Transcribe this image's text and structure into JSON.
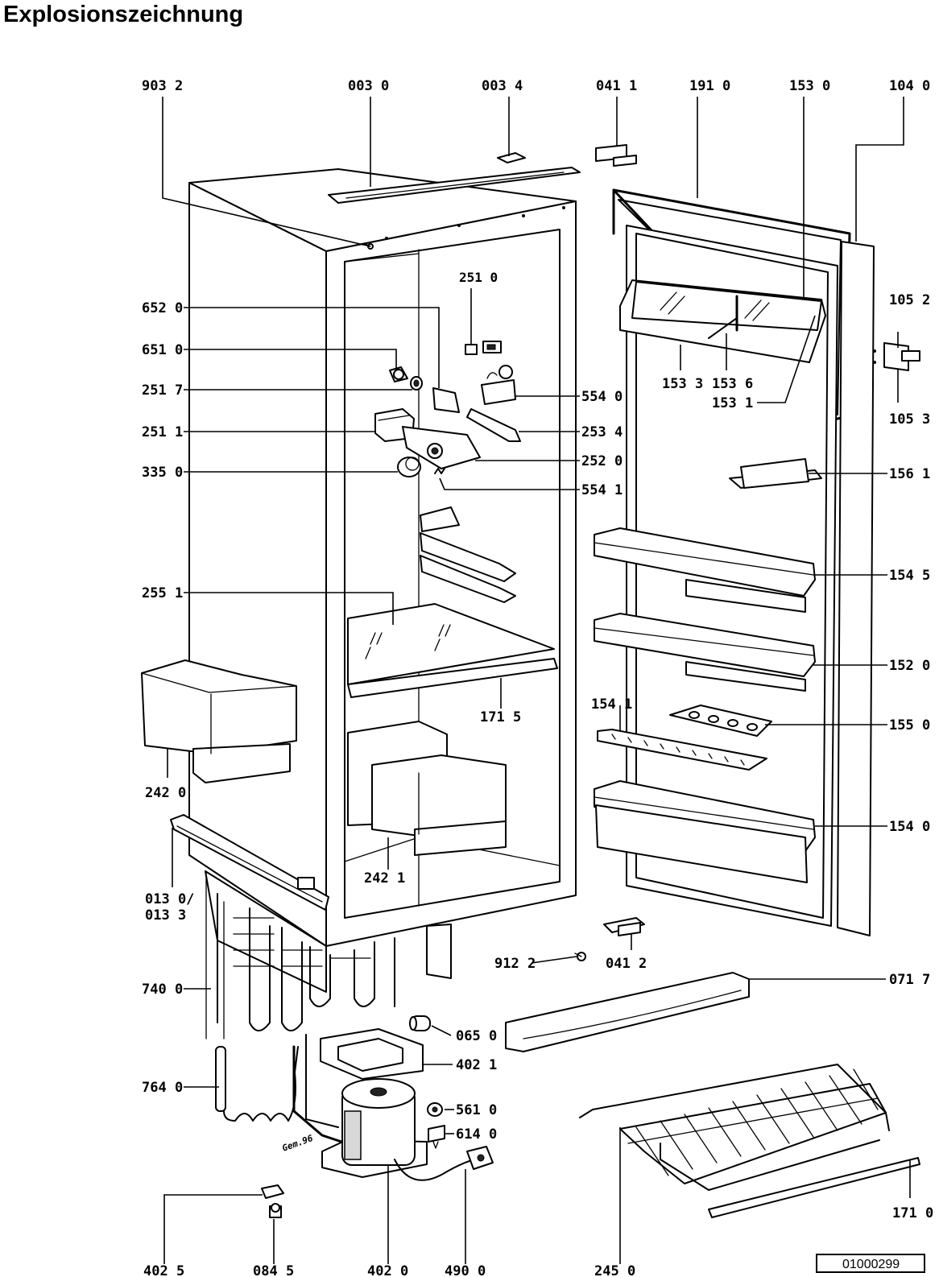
{
  "title": "Explosionszeichnung",
  "reference_code": "01000299",
  "stamp_text": "Gem.96",
  "part_labels": {
    "p9032": "903 2",
    "p0030": "003 0",
    "p0034": "003 4",
    "p0411": "041 1",
    "p1910": "191 0",
    "p1530": "153 0",
    "p1040": "104 0",
    "p2510": "251 0",
    "p6520": "652 0",
    "p6510": "651 0",
    "p2517": "251 7",
    "p2511": "251 1",
    "p3350": "335 0",
    "p5540": "554 0",
    "p2534": "253 4",
    "p2520": "252 0",
    "p5541": "554 1",
    "p1533": "153 3",
    "p1536": "153 6",
    "p1531": "153 1",
    "p1052": "105 2",
    "p1053": "105 3",
    "p1561": "156 1",
    "p1545": "154 5",
    "p1520": "152 0",
    "p2551": "255 1",
    "p1715": "171 5",
    "p1541": "154 1",
    "p1550": "155 0",
    "p2420": "242 0",
    "p2421": "242 1",
    "p1540": "154 0",
    "p0130": "013 0/",
    "p0133": "013 3",
    "p9122": "912 2",
    "p0412": "041 2",
    "p0717": "071 7",
    "p7400": "740 0",
    "p0650": "065 0",
    "p4021": "402 1",
    "p7640": "764 0",
    "p5610": "561 0",
    "p6140": "614 0",
    "p1710": "171 0",
    "p4025": "402 5",
    "p0845": "084 5",
    "p4020": "402 0",
    "p4900": "490 0",
    "p2450": "245 0"
  }
}
